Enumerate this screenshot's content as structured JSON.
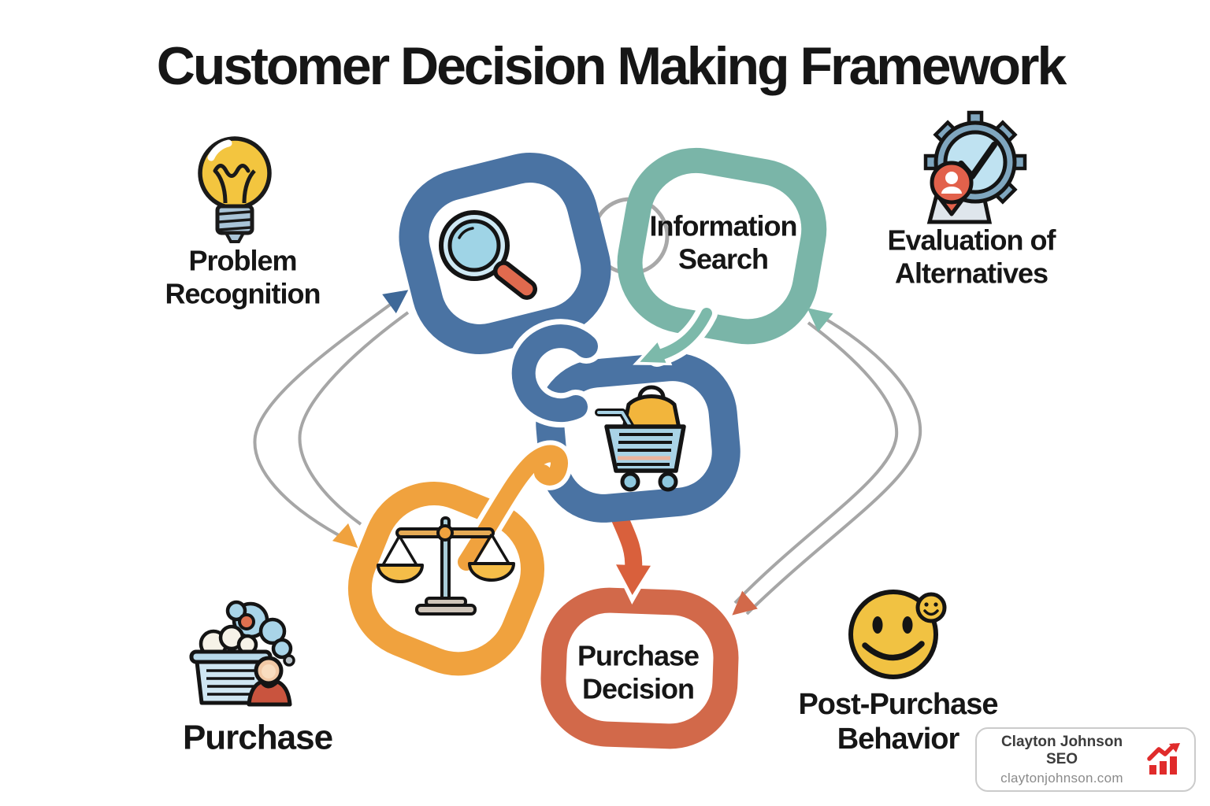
{
  "title": "Customer Decision Making Framework",
  "labels": {
    "problem_recognition": "Problem\nRecognition",
    "information_search": "Information\nSearch",
    "evaluation_of_alternatives": "Evaluation of\nAlternatives",
    "purchase": "Purchase",
    "purchase_decision": "Purchase\nDecision",
    "post_purchase_behavior": "Post-Purchase\nBehavior"
  },
  "icons": {
    "problem_recognition": "lightbulb-icon",
    "search_ring": "magnifying-glass-icon",
    "evaluation_of_alternatives": "gear-checkmark-pin-icon",
    "cart_ring": "shopping-cart-icon",
    "comparison_ring": "balance-scale-icon",
    "purchase": "laundry-basket-person-icon",
    "post_purchase_behavior": "smiley-face-icon",
    "watermark": "growth-bar-chart-icon"
  },
  "colors": {
    "ring_blue": "#4a73a3",
    "ring_teal": "#7ab5a8",
    "ring_orange": "#f0a23e",
    "ring_red_orange": "#d2694a",
    "gray_arrow": "#a6a6a6",
    "icon_yellow": "#f1c242",
    "text": "#161616",
    "watermark_red": "#e02b2b"
  },
  "watermark": {
    "brand": "Clayton Johnson SEO",
    "site": "claytonjohnson.com"
  }
}
